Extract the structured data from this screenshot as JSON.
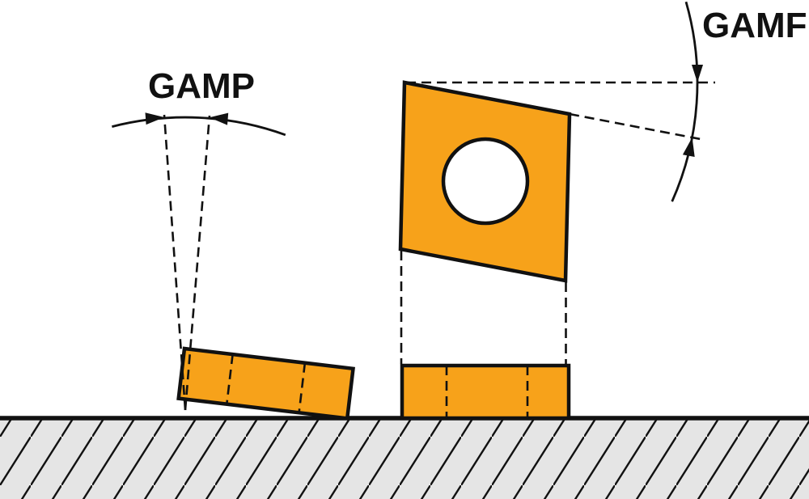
{
  "figure": {
    "kind": "tool-rake-angle-diagram",
    "labels": {
      "gamp": "GAMP",
      "gamf": "GAMF"
    },
    "colors": {
      "insert": "#F7A21A",
      "ground": "#E5E5E5",
      "hole": "#FFFFFF",
      "line": "#111111"
    }
  }
}
